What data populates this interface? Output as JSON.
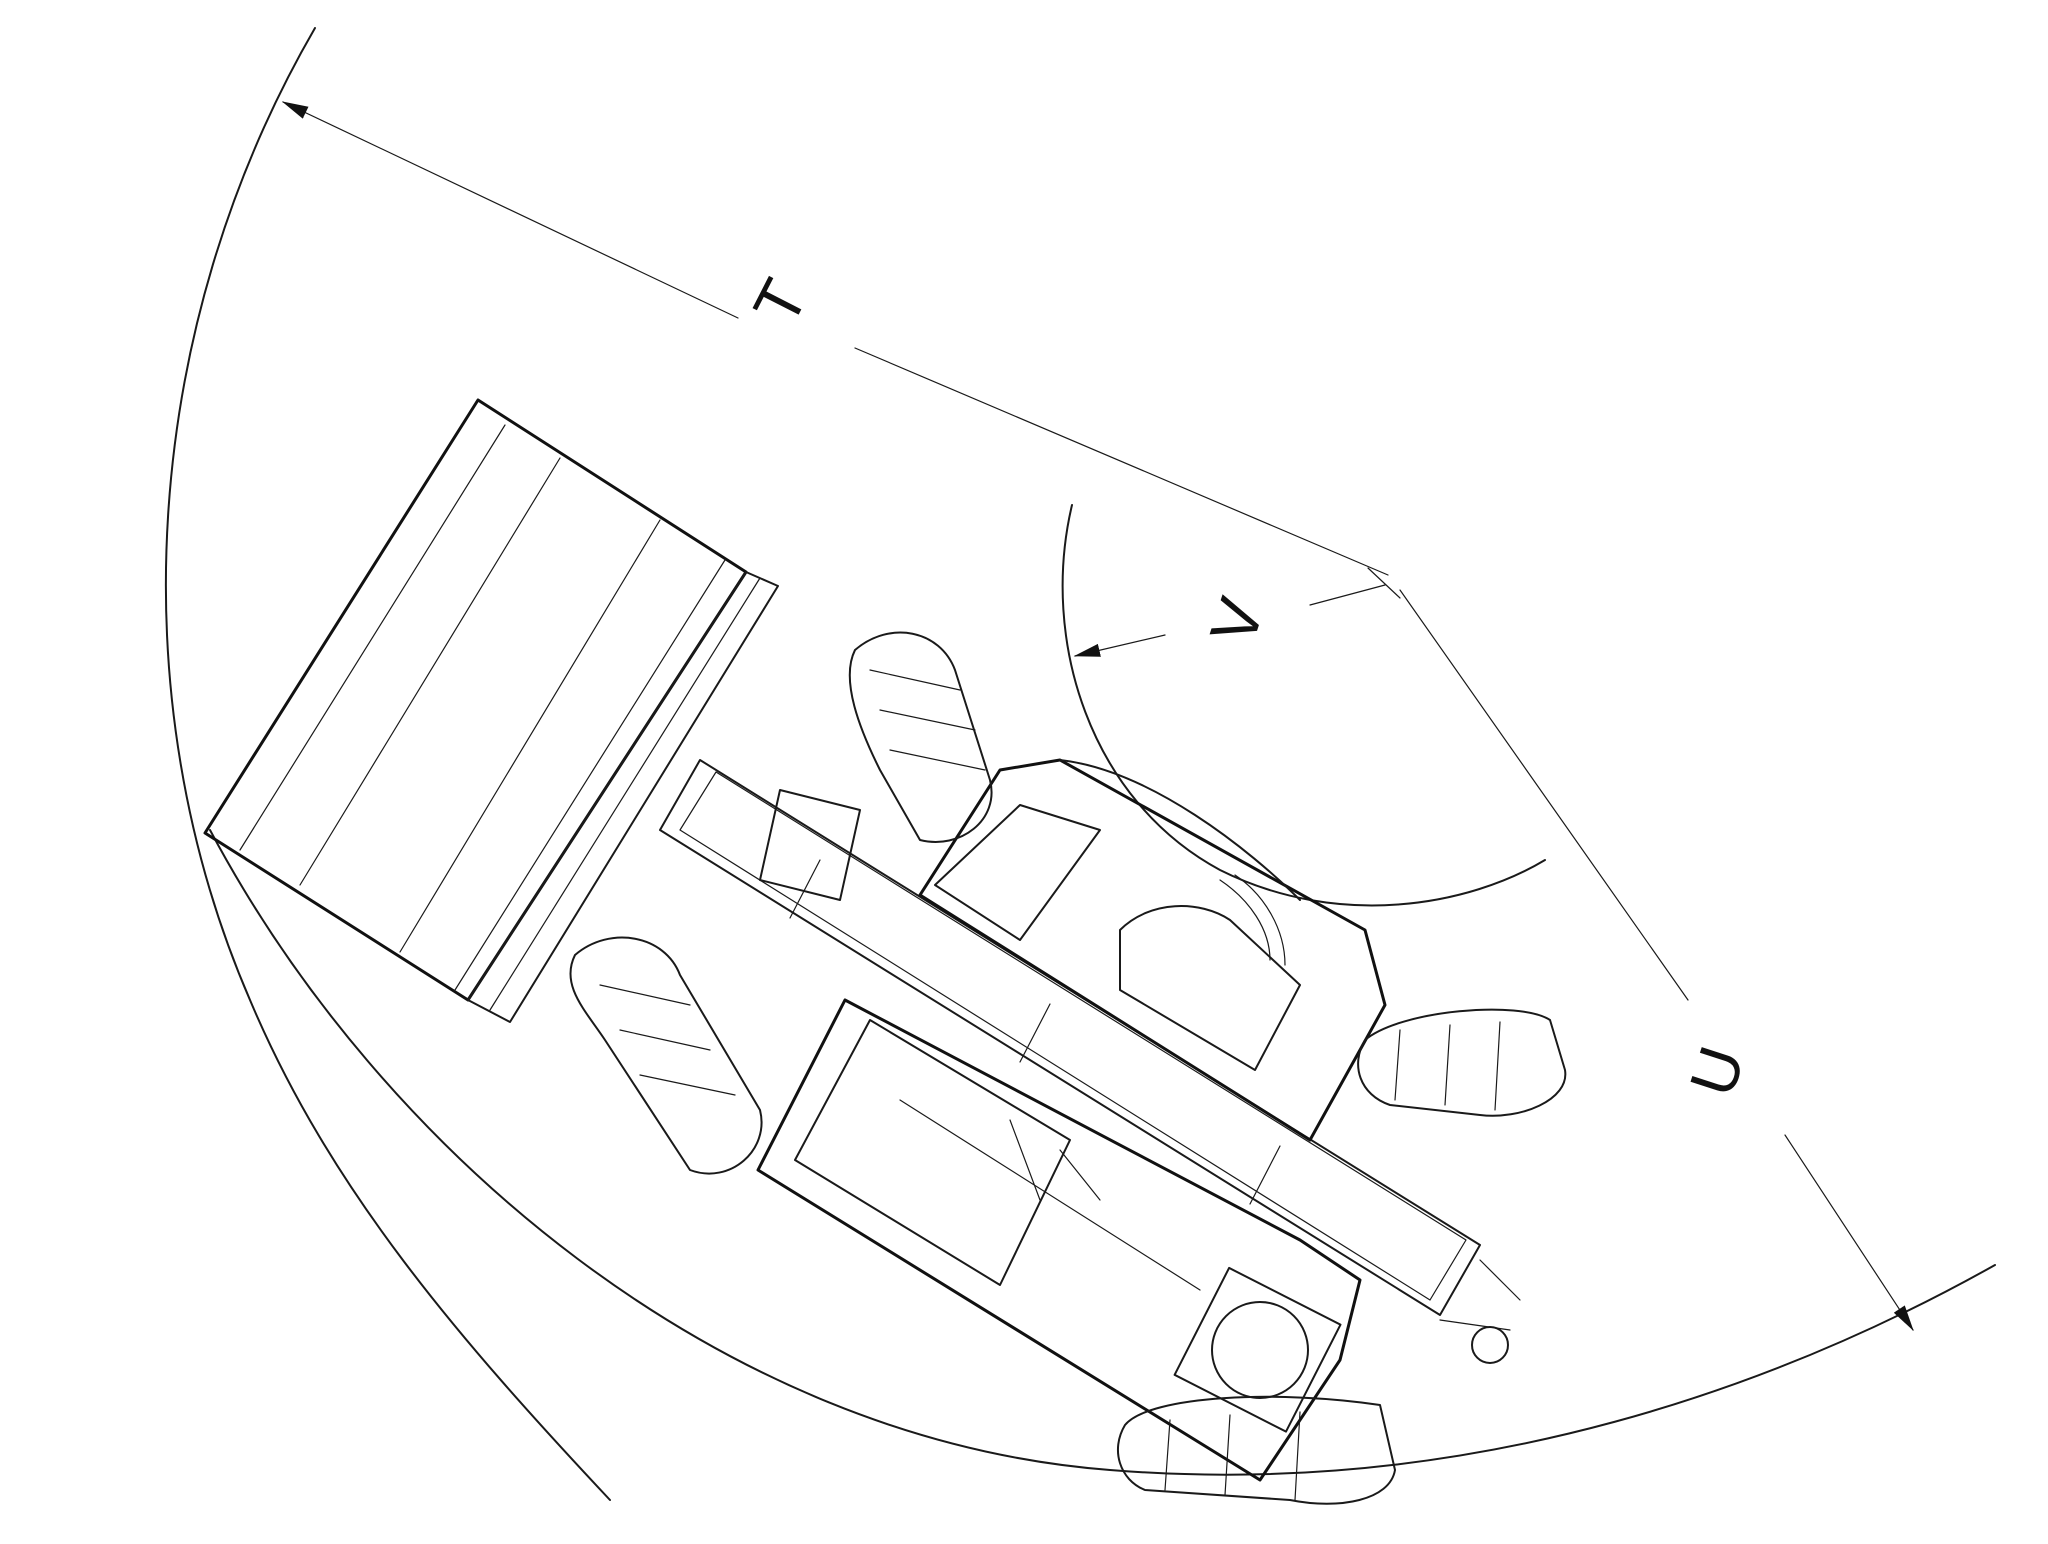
{
  "diagram": {
    "labels": {
      "T": "T",
      "V": "V",
      "U": "U"
    },
    "colors": {
      "line": "#1a1a1a",
      "background": "#ffffff"
    }
  }
}
